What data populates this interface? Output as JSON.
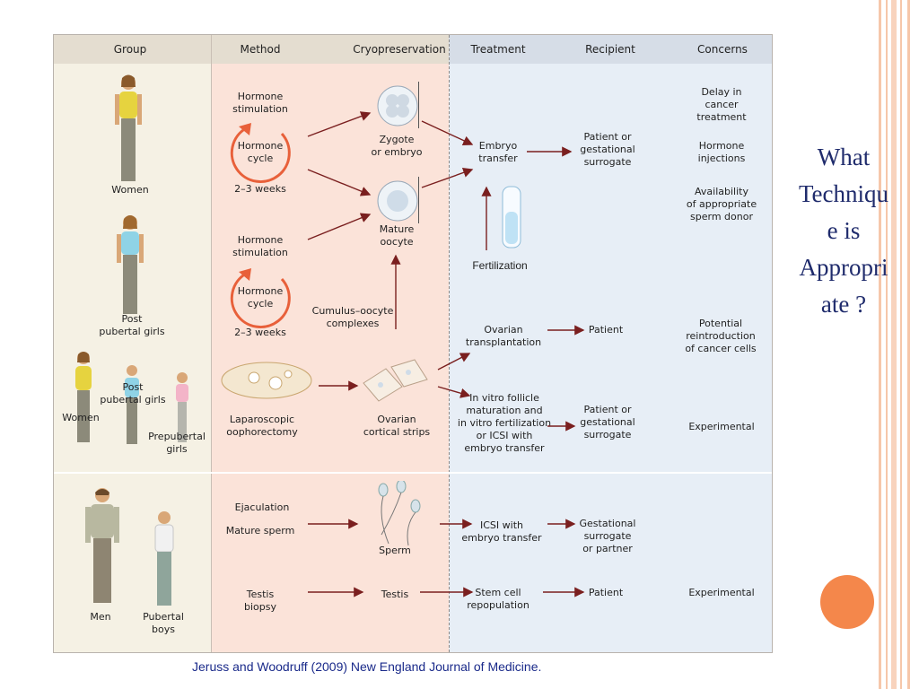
{
  "headers": {
    "group": "Group",
    "method": "Method",
    "cryo": "Cryopreservation",
    "treatment": "Treatment",
    "recipient": "Recipient",
    "concerns": "Concerns"
  },
  "groups": {
    "women": "Women",
    "post_pubertal_1": "Post\npubertal girls",
    "women2": "Women",
    "post_pubertal_2": "Post\npubertal girls",
    "prepubertal": "Prepubertal\ngirls",
    "men": "Men",
    "pubertal_boys": "Pubertal\nboys"
  },
  "method": {
    "hormone_stim_1": "Hormone\nstimulation",
    "hormone_cycle_1": "Hormone\ncycle",
    "weeks_1": "2–3 weeks",
    "hormone_stim_2": "Hormone\nstimulation",
    "hormone_cycle_2": "Hormone\ncycle",
    "weeks_2": "2–3 weeks",
    "laparoscopic": "Laparoscopic\noophorectomy",
    "ejaculation": "Ejaculation",
    "mature_sperm": "Mature sperm",
    "testis_biopsy": "Testis\nbiopsy"
  },
  "cryo": {
    "zygote": "Zygote\nor embryo",
    "mature_oocyte": "Mature\noocyte",
    "cumulus": "Cumulus–oocyte\ncomplexes",
    "ovarian_strips": "Ovarian\ncortical strips",
    "sperm": "Sperm",
    "testis": "Testis"
  },
  "treatment": {
    "embryo_transfer": "Embryo\ntransfer",
    "fertilization": "Fertilization",
    "ovarian_transplant": "Ovarian\ntransplantation",
    "ivf": "In vitro follicle\nmaturation and\nin vitro fertilization\nor ICSI with\nembryo transfer",
    "icsi": "ICSI with\nembryo transfer",
    "stem_cell": "Stem cell\nrepopulation"
  },
  "recipient": {
    "r1": "Patient or\ngestational\nsurrogate",
    "r2": "Patient",
    "r3": "Patient or\ngestational\nsurrogate",
    "r4": "Gestational\nsurrogate\nor partner",
    "r5": "Patient"
  },
  "concerns": {
    "c1": "Delay in\ncancer\ntreatment",
    "c2": "Hormone\ninjections",
    "c3": "Availability\nof appropriate\nsperm donor",
    "c4": "Potential\nreintroduction\nof cancer cells",
    "c5": "Experimental",
    "c6": "Experimental"
  },
  "side_text": "What\nTechniqu\ne is\nAppropri\nate ?",
  "citation": "Jeruss and Woodruff (2009) New England Journal of Medicine.",
  "colors": {
    "accent_orange": "#f4874b",
    "arrow": "#7a1f1f",
    "method_bg": "#fbe3d9",
    "treat_bg": "#e6eef7"
  }
}
